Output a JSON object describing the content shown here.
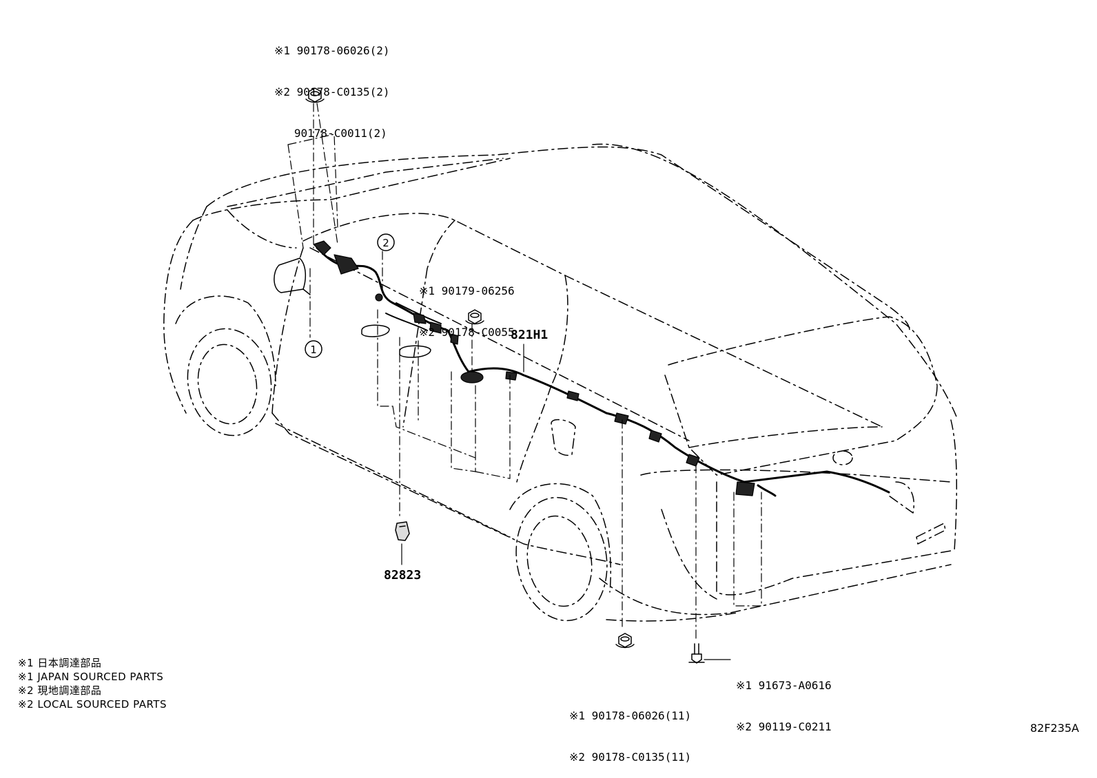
{
  "callouts": {
    "top_left": [
      "※1 90178-06026(2)",
      "※2 90178-C0135(2)",
      "   90178-C0011(2)"
    ],
    "center": [
      "※1 90179-06256",
      "※2 90178-C0055"
    ],
    "bottom_center": [
      "※1 90178-06026(11)",
      "※2 90178-C0135(11)"
    ],
    "bottom_right": [
      "※1 91673-A0616",
      "※2 90119-C0211"
    ],
    "harness": "821H1",
    "clip": "82823",
    "circle_1": "1",
    "circle_2": "2"
  },
  "legend": [
    "※1 日本調達部品",
    "※1 JAPAN SOURCED PARTS",
    "※2 現地調達部品",
    "※2 LOCAL SOURCED PARTS"
  ],
  "figure_code": "82F235A"
}
